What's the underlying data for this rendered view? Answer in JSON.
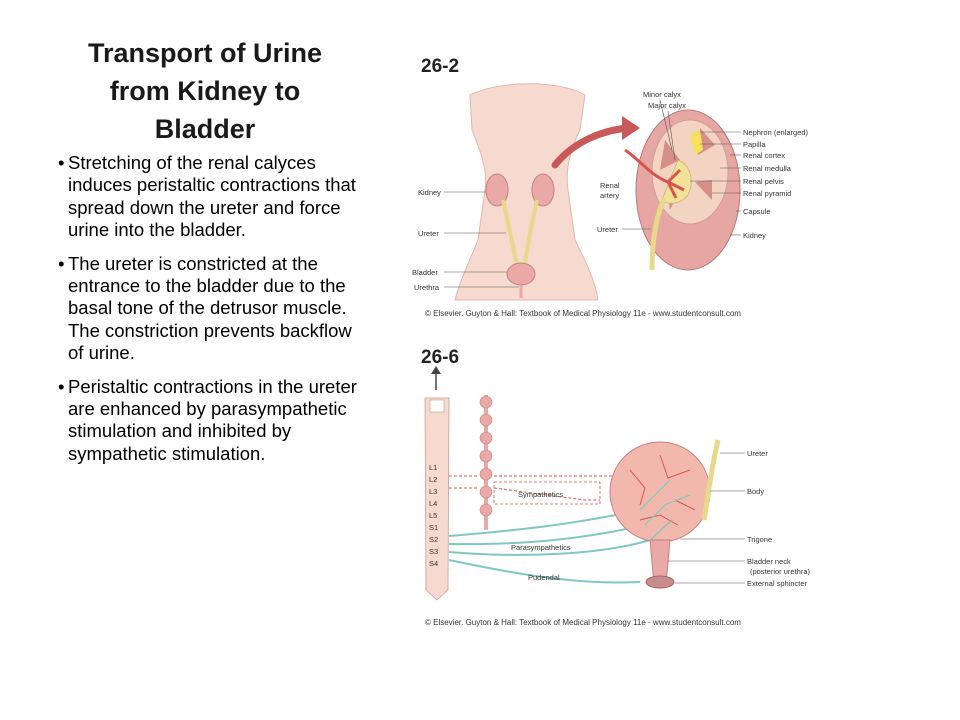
{
  "slide": {
    "title": "Transport of Urine from Kidney to Bladder",
    "bullets": [
      "Stretching of the renal calyces induces peristaltic contractions that spread down the ureter and force urine into the bladder.",
      "The ureter is constricted at the entrance to the bladder due to the basal tone of the detrusor muscle. The constriction prevents backflow of urine.",
      "Peristaltic contractions in the ureter are enhanced by parasympathetic stimulation and inhibited by sympathetic stimulation."
    ]
  },
  "figure1": {
    "number": "26-2",
    "caption": "© Elsevier. Guyton & Hall: Textbook of Medical Physiology 11e - www.studentconsult.com",
    "left_labels": [
      "Kidney",
      "Ureter",
      "Bladder",
      "Urethra"
    ],
    "mid_labels": [
      "Renal",
      "artery",
      "Ureter"
    ],
    "top_labels": [
      "Minor calyx",
      "Major calyx"
    ],
    "right_labels": [
      "Nephron (enlarged)",
      "Papilla",
      "Renal cortex",
      "Renal medulla",
      "Renal pelvis",
      "Renal pyramid",
      "Capsule",
      "Kidney"
    ]
  },
  "figure2": {
    "number": "26-6",
    "caption": "© Elsevier. Guyton & Hall: Textbook of Medical Physiology 11e - www.studentconsult.com",
    "segments": [
      "L1",
      "L2",
      "L3",
      "L4",
      "L5",
      "S1",
      "S2",
      "S3",
      "S4"
    ],
    "nerve_labels": [
      "Sympathetics",
      "Parasympathetics",
      "Pudendal"
    ],
    "right_labels": [
      "Ureter",
      "Body",
      "Trigone",
      "Bladder neck",
      "(posterior urethra)",
      "External sphincter"
    ]
  },
  "colors": {
    "skin": "#f6d9cf",
    "kidney": "#e9a9a6",
    "ureter": "#e8d98a",
    "artery": "#d9534f",
    "nerve_teal": "#7ec8c0",
    "bladder": "#f2b8ad"
  }
}
